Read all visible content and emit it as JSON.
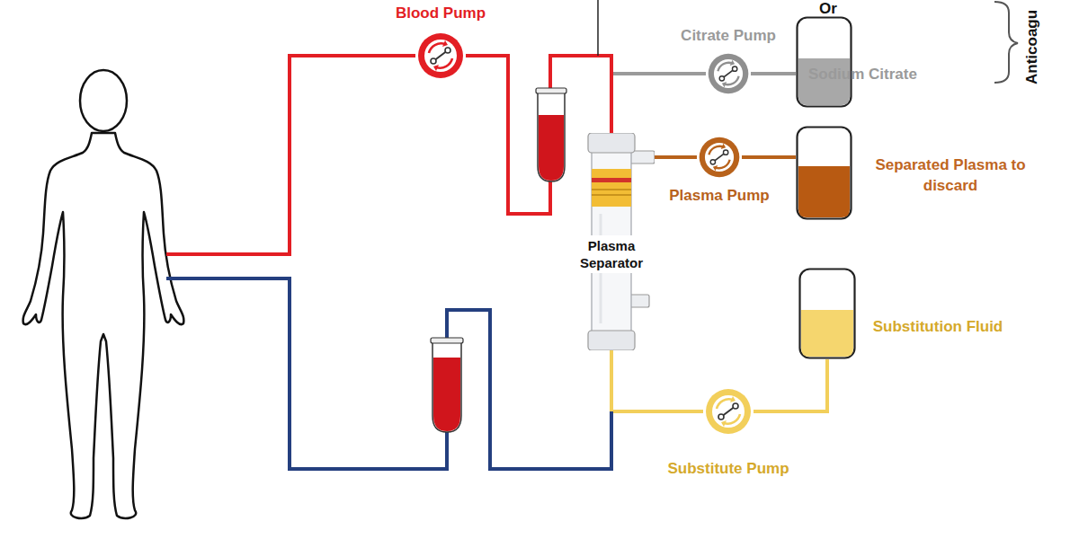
{
  "diagram": {
    "nodes": [
      {
        "text": [
          "Blood Pump"
        ]
      },
      {
        "text": [
          "Citrate Pump"
        ]
      },
      {
        "text": [
          "Sodium Citrate"
        ]
      },
      {
        "text": [
          "Plasma Separator"
        ]
      },
      {
        "text": [
          "Plasma Pump"
        ]
      },
      {
        "text": [
          "Separated Plasma to discard"
        ]
      },
      {
        "text": [
          "Substitution Fluid"
        ]
      },
      {
        "text": [
          "Substitute Pump"
        ]
      }
    ],
    "edges": [
      {
        "from": 2,
        "to": 1,
        "arrow": "none"
      },
      {
        "from": 0,
        "to": 3,
        "arrow": "none"
      },
      {
        "from": 1,
        "to": 3,
        "arrow": "none"
      },
      {
        "from": 3,
        "to": 4,
        "arrow": "none"
      },
      {
        "from": 4,
        "to": 5,
        "arrow": "none"
      },
      {
        "from": 6,
        "to": 7,
        "arrow": "none"
      },
      {
        "from": 7,
        "to": 3,
        "arrow": "none"
      }
    ],
    "labels": [
      "Or",
      "Anticoagu"
    ]
  }
}
